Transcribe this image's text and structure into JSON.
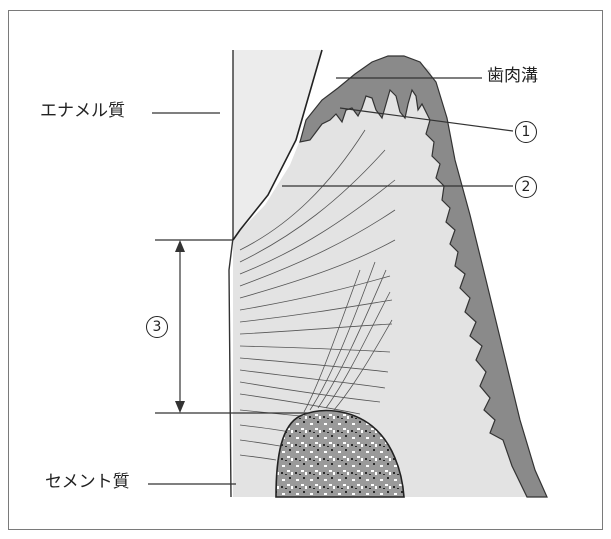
{
  "labels": {
    "gingival_sulcus": "歯肉溝",
    "enamel": "エナメル質",
    "cementum": "セメント質"
  },
  "markers": {
    "m1": "1",
    "m2": "2",
    "m3": "3"
  }
}
